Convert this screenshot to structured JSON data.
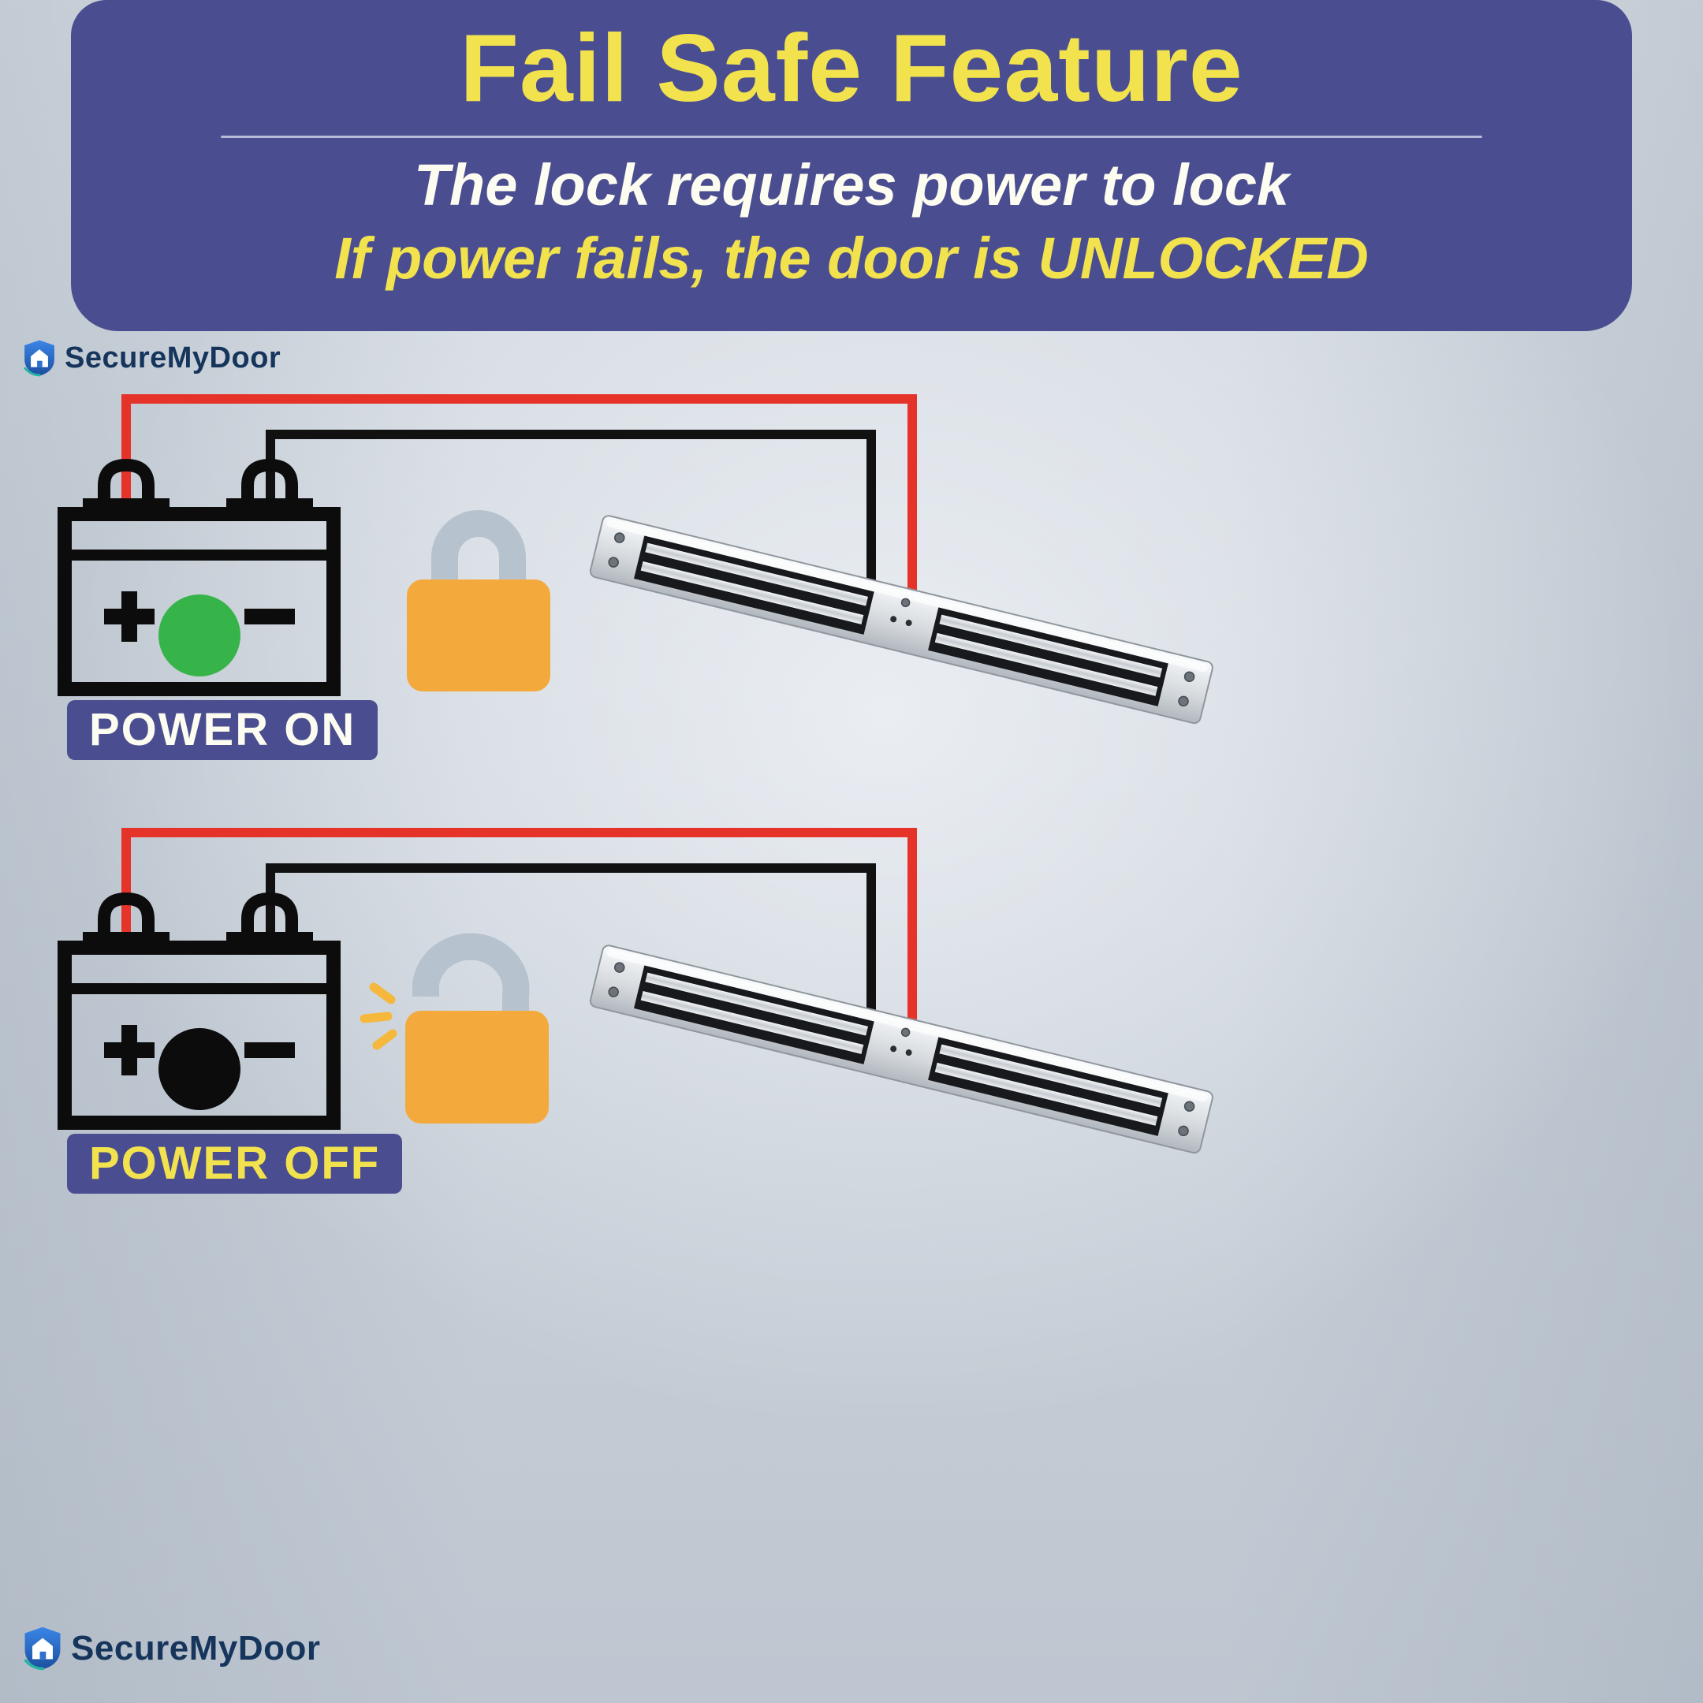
{
  "colors": {
    "bg": "#c9d1da",
    "banner-bg": "#4a4e90",
    "accent-yellow": "#f2e24e",
    "text-white": "#fdfcf0",
    "wire-red": "#e63329",
    "wire-black": "#111111",
    "battery-stroke": "#0c0c0c",
    "indicator-on": "#36b44a",
    "indicator-off": "#0c0c0c",
    "lock-body": "#f4a93c",
    "lock-shackle": "#b6c2cd",
    "burst-yellow": "#f5b83c",
    "badge-bg": "#4a4e90",
    "logo-navy": "#16355c",
    "logo-teal": "#27b3a4"
  },
  "banner": {
    "title": "Fail Safe Feature",
    "subtitle_line1": "The lock requires power to lock",
    "subtitle_line2": "If power fails, the door is UNLOCKED"
  },
  "sections": [
    {
      "label": "POWER ON",
      "power_state": "on",
      "lock_state": "locked",
      "battery_symbols": [
        "+",
        "-"
      ]
    },
    {
      "label": "POWER OFF",
      "power_state": "off",
      "lock_state": "unlocked",
      "battery_symbols": [
        "+",
        "-"
      ]
    }
  ],
  "logo": {
    "text": "SecureMyDoor"
  },
  "icons": {
    "battery": "battery-icon",
    "padlock_locked": "padlock-locked-icon",
    "padlock_unlocked": "padlock-unlocked-icon",
    "maglock": "maglock-device-image",
    "shield": "logo-shield-icon"
  }
}
